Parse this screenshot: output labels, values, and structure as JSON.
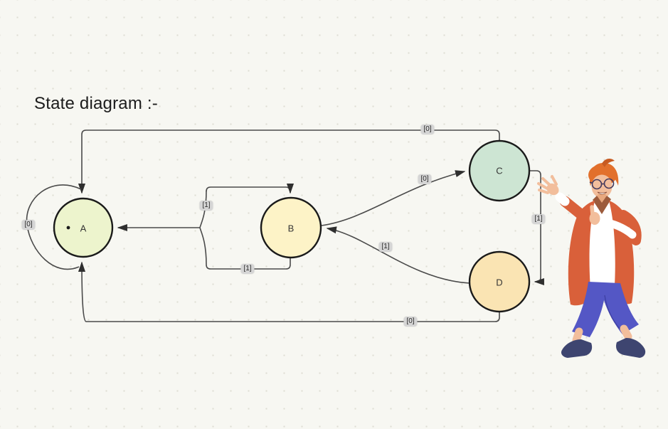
{
  "title": "State diagram :-",
  "states": [
    {
      "id": "A",
      "label": "A"
    },
    {
      "id": "B",
      "label": "B"
    },
    {
      "id": "C",
      "label": "C"
    },
    {
      "id": "D",
      "label": "D"
    }
  ],
  "edges": [
    {
      "id": "a-self-loop",
      "from": "A",
      "to": "A",
      "label": "[0]"
    },
    {
      "id": "c-to-a",
      "from": "C",
      "to": "A",
      "label": "[0]"
    },
    {
      "id": "junction-to-b",
      "from": "B/A junction",
      "to": "B",
      "label": "[1]"
    },
    {
      "id": "b-to-junction",
      "from": "B",
      "to": "B/A junction",
      "label": "[1]"
    },
    {
      "id": "b-to-c",
      "from": "B",
      "to": "C",
      "label": "[0]"
    },
    {
      "id": "d-to-b",
      "from": "D",
      "to": "B",
      "label": "[1]"
    },
    {
      "id": "c-to-d",
      "from": "C",
      "to": "D",
      "label": "[1]"
    },
    {
      "id": "d-to-a",
      "from": "D",
      "to": "A",
      "label": "[0]"
    }
  ],
  "colors": {
    "background": "#f7f7f2",
    "state_a_fill": "#edf4cd",
    "state_b_fill": "#fdf3c7",
    "state_c_fill": "#cde5d3",
    "state_d_fill": "#fae4b3",
    "node_stroke": "#1a1a1a",
    "edge_stroke": "#4a4a4a",
    "label_background": "#d5d5d5",
    "illustration_jacket": "#d9603a",
    "illustration_pants": "#5457c5",
    "illustration_shoes": "#3e4570",
    "illustration_hair": "#e2702c"
  },
  "illustration": {
    "name": "person-presenting-illustration"
  }
}
